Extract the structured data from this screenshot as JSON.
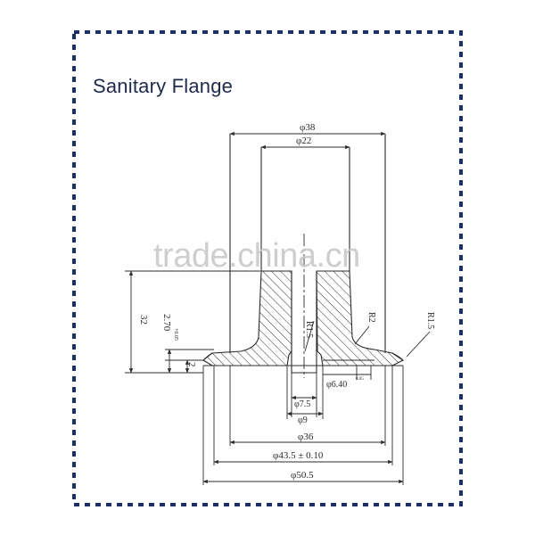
{
  "title": "Sanitary Flange",
  "watermark": "trade.china.cn",
  "colors": {
    "border": "#1c2f66",
    "line": "#2b2b2b",
    "title": "#1e2a4a",
    "watermark": "#c9c9c9"
  },
  "dims": {
    "d38": "φ38",
    "d22": "φ22",
    "h32": "32",
    "h270": "2.70",
    "h270_tol": "+0.05",
    "h2": "2",
    "r15_inner": "R1.5",
    "r2": "R2",
    "r15_outer": "R1.5",
    "d75": "φ7.5",
    "d640": "φ6.40",
    "d640_tol": "0.05",
    "d9": "φ9",
    "d36": "φ36",
    "d435": "φ43.5 ± 0.10",
    "d505": "φ50.5"
  }
}
